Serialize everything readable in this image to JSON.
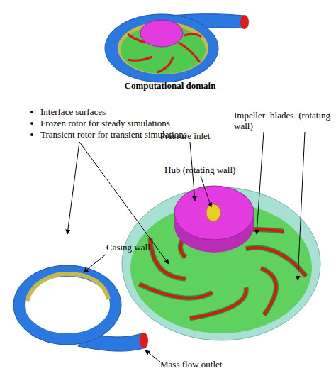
{
  "diagram": {
    "title": "Computational domain",
    "labels": [
      "Interface surfaces",
      "Frozen rotor for steady simulations",
      "Transient rotor for transient simulations",
      "Impeller blades (rotating wall)",
      "Pressure inlet",
      "Hub (rotating wall)",
      "Casing wall",
      "Mass flow outlet"
    ]
  }
}
